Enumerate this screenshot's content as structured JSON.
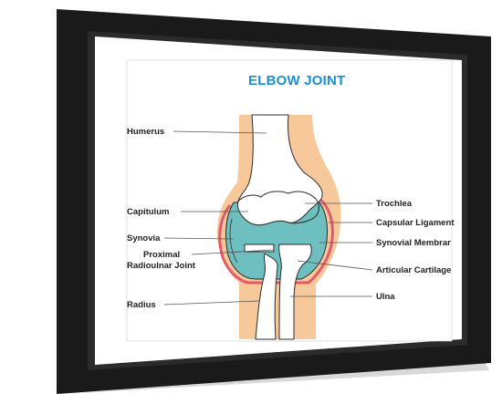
{
  "diagram": {
    "title": "ELBOW JOINT",
    "labels_left": {
      "humerus": "Humerus",
      "capitulum": "Capitulum",
      "synovia": "Synovia",
      "proximal_radioulnar_joint_line1": "Proximal",
      "proximal_radioulnar_joint_line2": "Radioulnar Joint",
      "radius": "Radius"
    },
    "labels_right": {
      "trochlea": "Trochlea",
      "capsular_ligament": "Capsular Ligament",
      "synovial_membrane": "Synovial Membrane",
      "articular_cartilage": "Articular Cartilage",
      "ulna": "Ulna"
    }
  },
  "colors": {
    "frame": "#1a1a1a",
    "mat": "#ffffff",
    "skin": "#f7c99a",
    "bone": "#ffffff",
    "synovia": "#6ebfbf",
    "capsule": "#e05a6a",
    "title": "#1b8fd0",
    "leader": "#555555"
  }
}
